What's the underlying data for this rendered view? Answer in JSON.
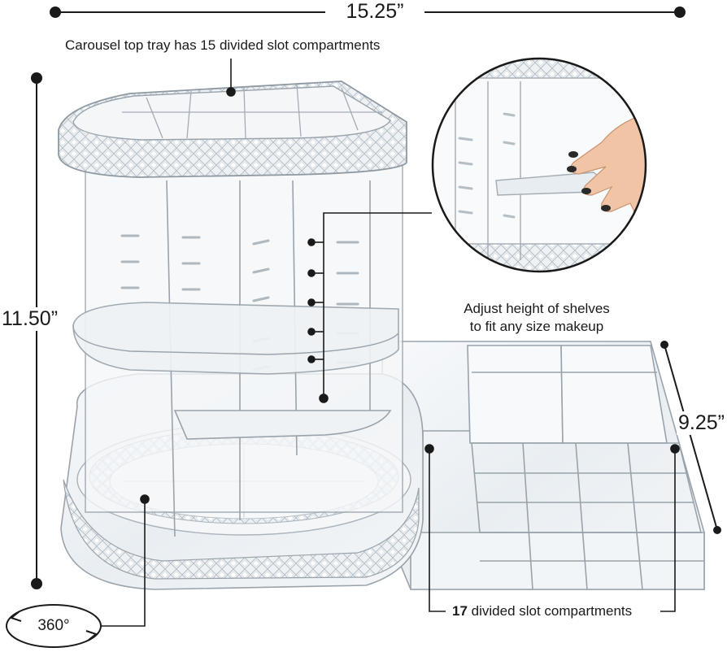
{
  "dimensions": {
    "width": "15.25”",
    "height": "11.50”",
    "depth": "9.25”"
  },
  "callouts": {
    "top_tray": "Carousel top tray has 15 divided slot compartments",
    "shelves_line1": "Adjust height of shelves",
    "shelves_line2": "to fit any size makeup",
    "base_count": "17",
    "base_text": " divided slot compartments",
    "rotation": "360°"
  },
  "colors": {
    "acrylic_edge": "#9aa3ab",
    "acrylic_fill": "#eef2f5",
    "ink": "#1a1a1a",
    "skin": "#f0c4a4",
    "nail": "#2a2a2a"
  }
}
